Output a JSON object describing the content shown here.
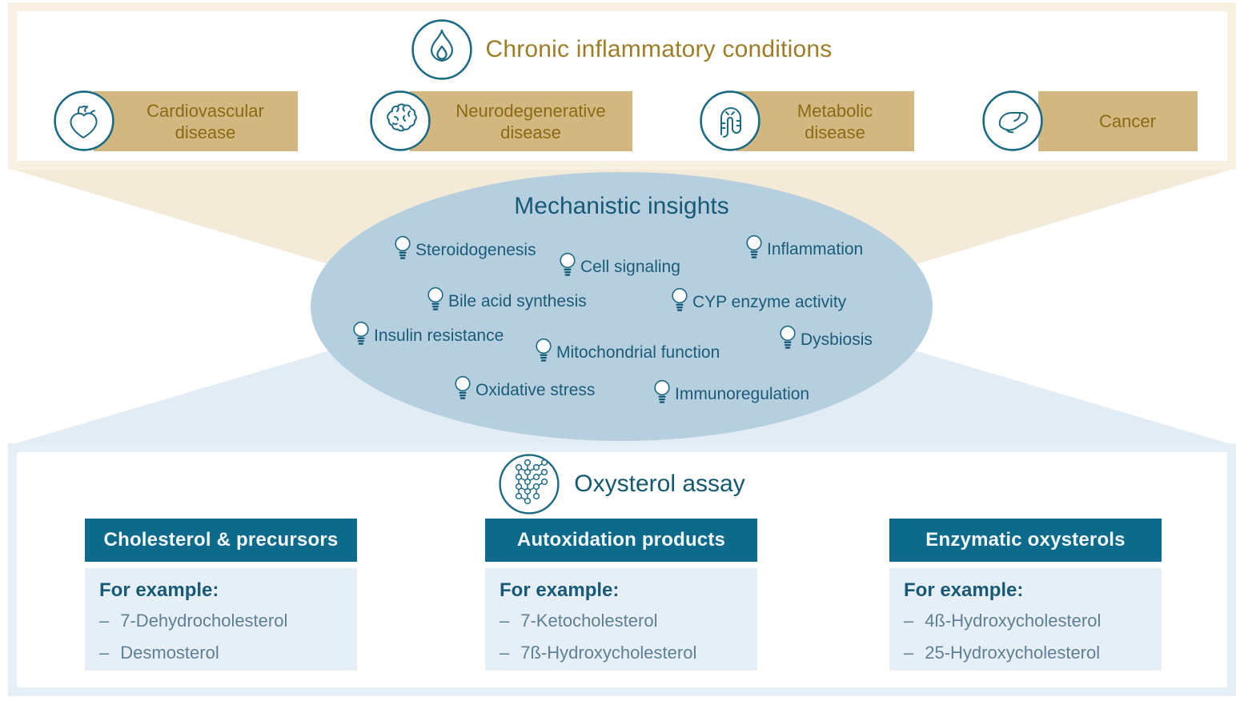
{
  "colors": {
    "accent_teal": "#0d6a8a",
    "icon_stroke_teal": "#1d6a84",
    "dark_teal_text": "#175977",
    "gold_title": "#9d7d26",
    "gold_label": "#8a6a14",
    "tan_bar": "#d3b780",
    "cream_panel": "#f8f0e1",
    "cream_funnel": "#f3ead7",
    "blue_panel": "#e7eff6",
    "blue_funnel": "#e2ecf4",
    "ellipse_fill": "#b6cfdf",
    "muted_item_text": "#5d8095"
  },
  "top": {
    "title": "Chronic inflammatory conditions",
    "title_icon": "flame-icon",
    "diseases": [
      {
        "label": "Cardiovascular disease",
        "icon": "heart-icon"
      },
      {
        "label": "Neurodegenerative disease",
        "icon": "brain-icon"
      },
      {
        "label": "Metabolic disease",
        "icon": "intestine-icon"
      },
      {
        "label": "Cancer",
        "icon": "liver-icon"
      }
    ]
  },
  "middle": {
    "title": "Mechanistic insights",
    "item_icon": "lightbulb-icon",
    "items": [
      "Steroidogenesis",
      "Cell signaling",
      "Inflammation",
      "Bile acid synthesis",
      "CYP enzyme activity",
      "Insulin resistance",
      "Mitochondrial function",
      "Dysbiosis",
      "Oxidative stress",
      "Immunoregulation"
    ]
  },
  "bottom": {
    "title": "Oxysterol assay",
    "title_icon": "molecule-icon",
    "columns": [
      {
        "header": "Cholesterol & precursors",
        "intro": "For example:",
        "items": [
          "7-Dehydrocholesterol",
          "Desmosterol"
        ]
      },
      {
        "header": "Autoxidation products",
        "intro": "For example:",
        "items": [
          "7-Ketocholesterol",
          "7ß-Hydroxycholesterol"
        ]
      },
      {
        "header": "Enzymatic oxysterols",
        "intro": "For example:",
        "items": [
          "4ß-Hydroxycholesterol",
          "25-Hydroxycholesterol"
        ]
      }
    ]
  }
}
